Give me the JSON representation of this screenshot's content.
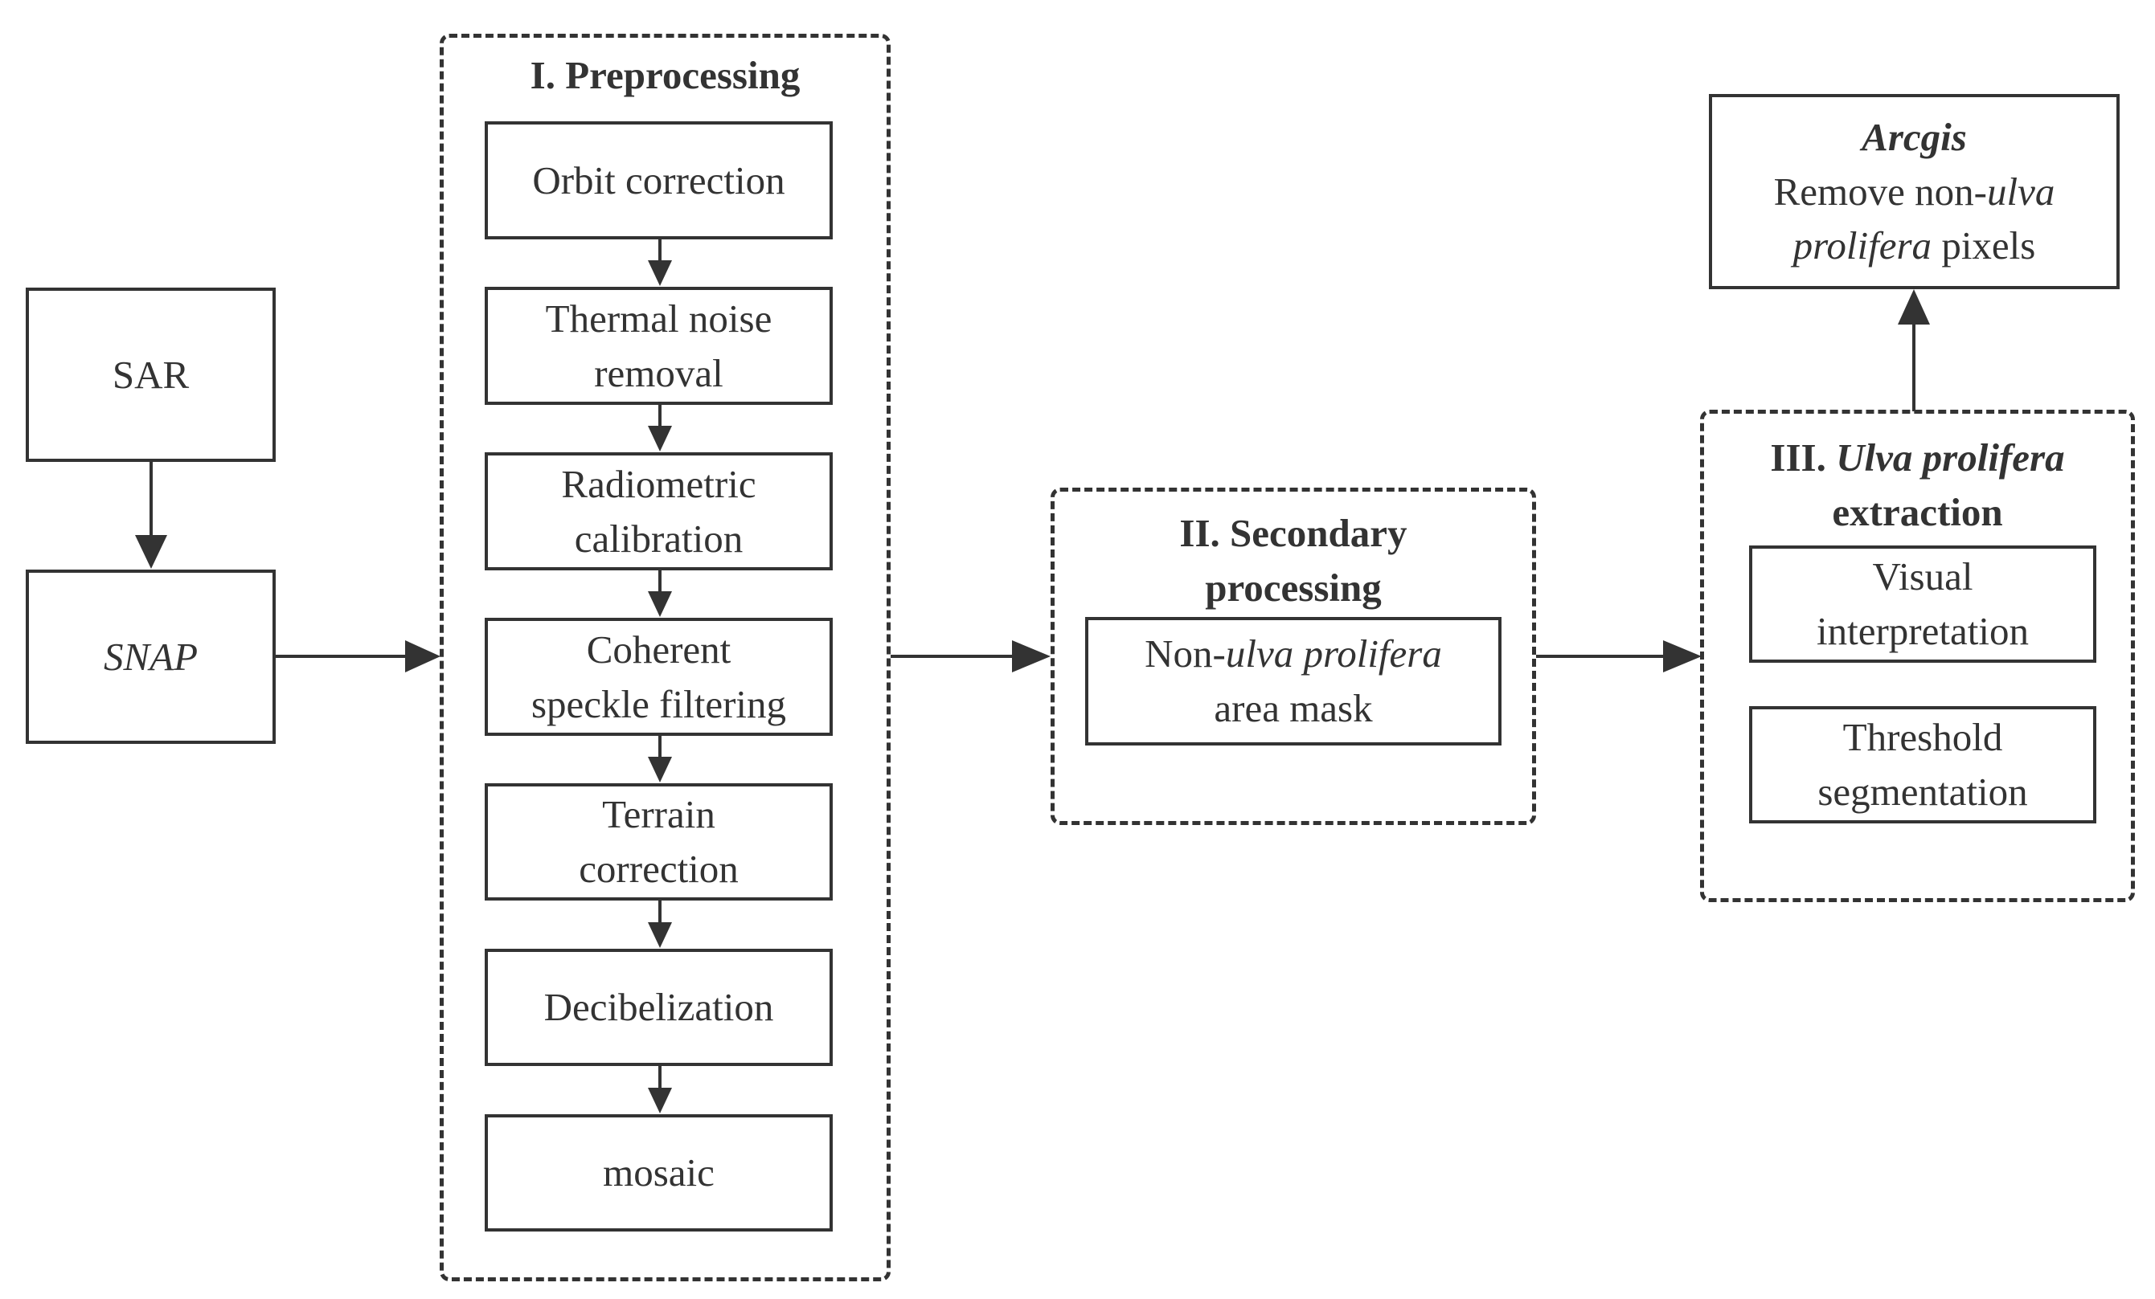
{
  "inputs": {
    "sar": "SAR",
    "snap": "SNAP"
  },
  "preprocessing": {
    "title": "I. Preprocessing",
    "steps": [
      {
        "line1": "Orbit correction",
        "line2": ""
      },
      {
        "line1": "Thermal noise",
        "line2": "removal"
      },
      {
        "line1": "Radiometric",
        "line2": "calibration"
      },
      {
        "line1": "Coherent",
        "line2": "speckle filtering"
      },
      {
        "line1": "Terrain",
        "line2": "correction"
      },
      {
        "line1": "Decibelization",
        "line2": ""
      },
      {
        "line1": "mosaic",
        "line2": ""
      }
    ]
  },
  "secondary": {
    "title_line1": "II. Secondary",
    "title_line2": "processing",
    "mask": {
      "prefix": "Non-",
      "italic": "ulva prolifera",
      "line2": "area mask"
    }
  },
  "extraction": {
    "title_prefix": "III. ",
    "title_italic": "Ulva prolifera",
    "title_line2": "extraction",
    "visual": {
      "line1": "Visual",
      "line2": "interpretation"
    },
    "threshold": {
      "line1": "Threshold",
      "line2": "segmentation"
    }
  },
  "arcgis": {
    "title": "Arcgis",
    "line2_prefix": "Remove non-",
    "line2_italic": "ulva",
    "line3_italic": "prolifera",
    "line3_suffix": " pixels"
  },
  "colors": {
    "stroke": "#333333",
    "background": "#ffffff"
  }
}
